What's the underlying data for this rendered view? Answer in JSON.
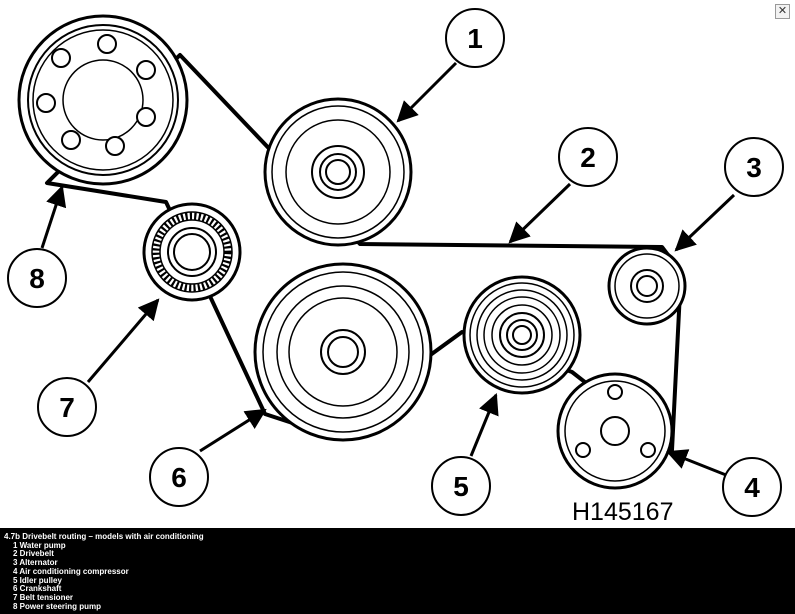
{
  "window": {
    "close_glyph": "✕",
    "close_icon": "close-icon"
  },
  "diagram": {
    "ref_code": "H145167",
    "callouts": [
      "1",
      "2",
      "3",
      "4",
      "5",
      "6",
      "7",
      "8"
    ]
  },
  "caption": {
    "title": "4.7b Drivebelt routing – models with air conditioning",
    "items": [
      "1 Water pump",
      "2 Drivebelt",
      "3 Alternator",
      "4 Air conditioning compressor",
      "5 Idler pulley",
      "6 Crankshaft",
      "7 Belt tensioner",
      "8 Power steering pump"
    ]
  },
  "colors": {
    "ink": "#000000",
    "paper": "#ffffff",
    "caption_bg": "#000000"
  }
}
